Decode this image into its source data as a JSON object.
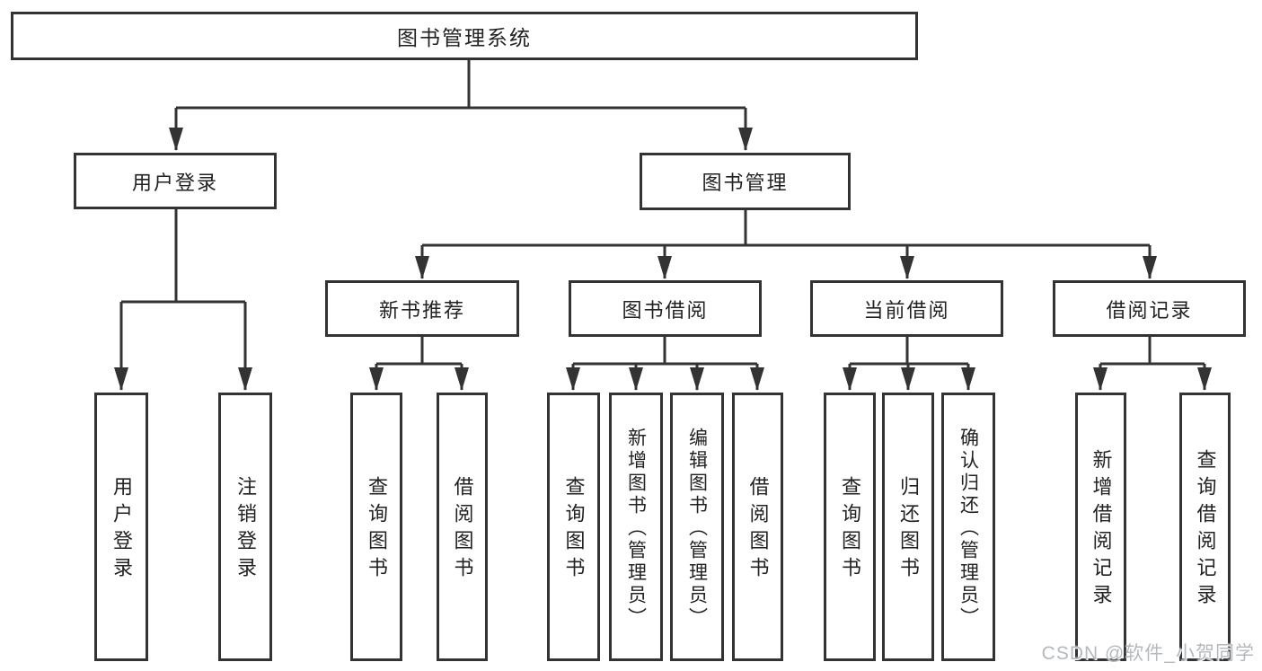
{
  "diagram": {
    "root": "图书管理系统",
    "branches": [
      {
        "label": "用户登录",
        "children": [
          "用户登录",
          "注销登录"
        ]
      },
      {
        "label": "图书管理",
        "sections": [
          {
            "label": "新书推荐",
            "children": [
              "查询图书",
              "借阅图书"
            ]
          },
          {
            "label": "图书借阅",
            "children": [
              "查询图书",
              "新增图书（管理员）",
              "编辑图书（管理员）",
              "借阅图书"
            ]
          },
          {
            "label": "当前借阅",
            "children": [
              "查询图书",
              "归还图书",
              "确认归还（管理员）"
            ]
          },
          {
            "label": "借阅记录",
            "children": [
              "新增借阅记录",
              "查询借阅记录"
            ]
          }
        ]
      }
    ]
  },
  "watermark": "CSDN @软件_小贺同学",
  "colors": {
    "line": "#333333",
    "text": "#222222",
    "background": "#ffffff",
    "watermark": "#b5b9be"
  }
}
